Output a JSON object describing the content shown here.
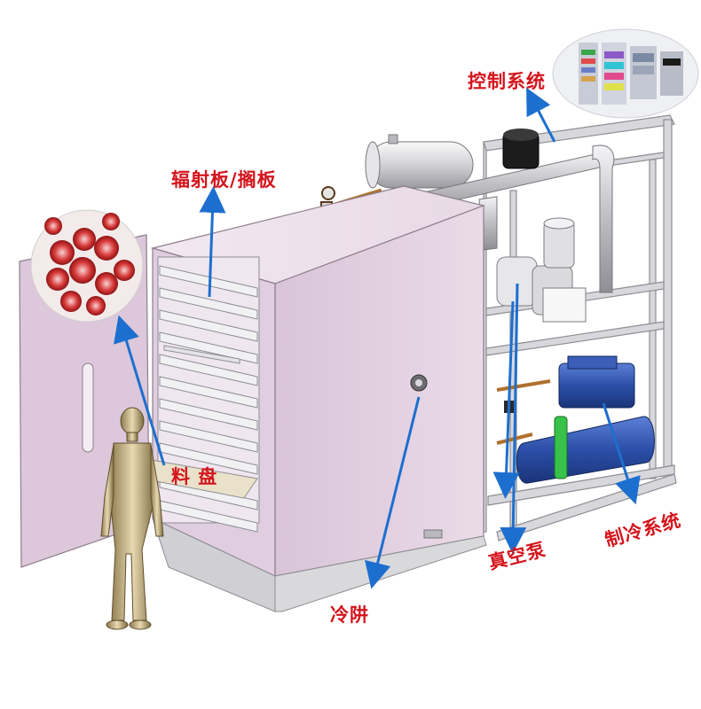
{
  "labels": {
    "control_system": "控制系统",
    "radiant_plate": "辐射板/搁板",
    "tray": "料 盘",
    "cold_trap": "冷阱",
    "vacuum_pump": "真空泵",
    "refrigeration_system": "制冷系统"
  },
  "colors": {
    "label_red": "#d4141c",
    "arrow_blue": "#1d6fcf",
    "chamber_pink": "#e3d2e2",
    "frame_gray": "#cfcfd4",
    "compressor_blue": "#2b4fa8",
    "pipe_gray": "#c9c9cc"
  },
  "icons": [
    "strawberry-photo-inset",
    "control-screen-inset",
    "mannequin-figure",
    "vacuum-pump-motor",
    "compressor",
    "condenser-tank"
  ]
}
